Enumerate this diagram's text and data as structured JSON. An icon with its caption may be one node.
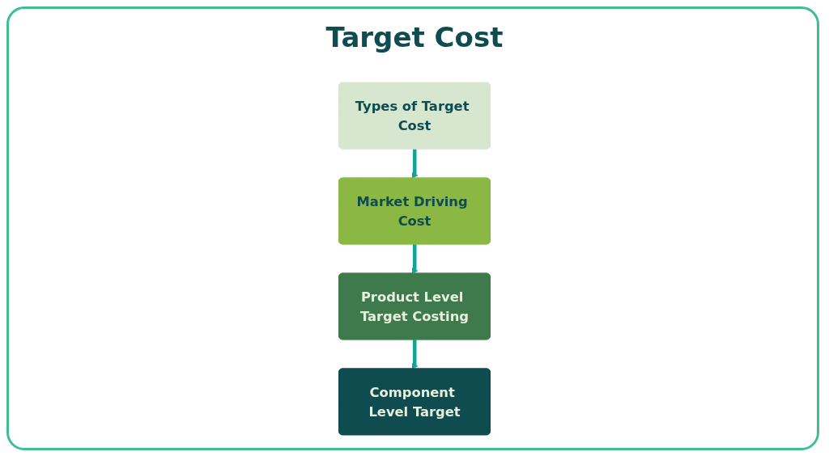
{
  "diagram": {
    "title": "Target Cost",
    "nodes": [
      {
        "text": [
          "Types of Target Cost"
        ]
      },
      {
        "text": [
          "Market Driving Cost"
        ]
      },
      {
        "text": [
          "Product Level Target Costing"
        ]
      },
      {
        "text": [
          "Component Level Target"
        ]
      }
    ],
    "edges": [
      {
        "from": 0,
        "to": 1,
        "arrow": "to"
      },
      {
        "from": 1,
        "to": 2,
        "arrow": "to"
      },
      {
        "from": 2,
        "to": 3,
        "arrow": "to"
      }
    ]
  }
}
